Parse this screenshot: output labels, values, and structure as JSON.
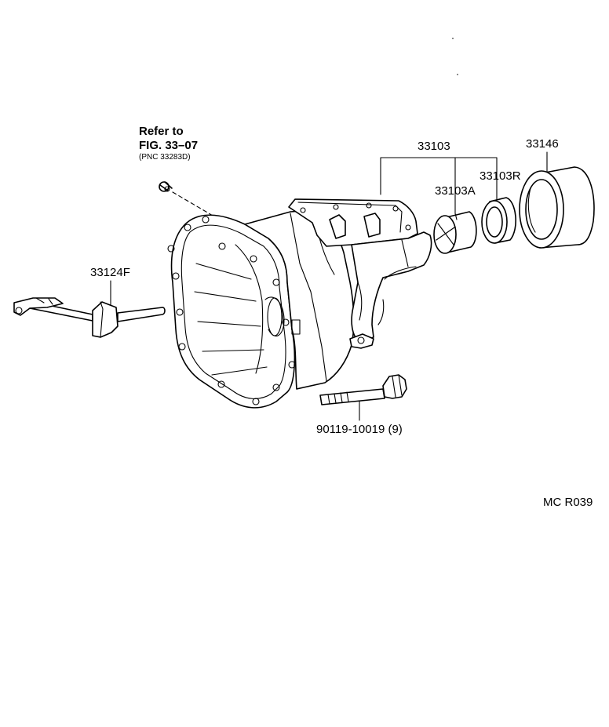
{
  "refer": {
    "line1": "Refer to",
    "line2": "FIG. 33–07",
    "line3": "(PNC 33283D)"
  },
  "callouts": {
    "p33103": "33103",
    "p33146": "33146",
    "p33103R": "33103R",
    "p33103A": "33103A",
    "p33124F": "33124F",
    "bolt": "90119-10019 (9)"
  },
  "diagram_code": "MC R039"
}
